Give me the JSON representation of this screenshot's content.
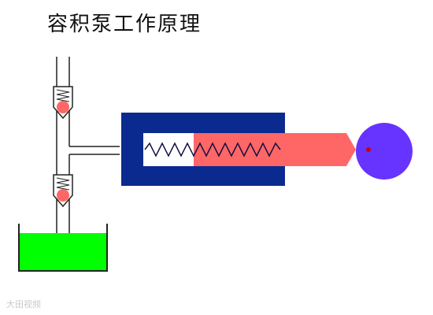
{
  "title": "容积泵工作原理",
  "watermark": "大田视频",
  "colors": {
    "pipe_stroke": "#222222",
    "pump_body": "#0a2a8f",
    "chamber": "#ffffff",
    "piston": "#ff6666",
    "flywheel": "#6633ff",
    "flywheel_dot": "#cc0000",
    "liquid": "#00ff00",
    "spring": "#111144",
    "valve_ball": "#ff6666"
  },
  "components": {
    "discharge_valve": "discharge-valve",
    "suction_valve": "suction-valve",
    "pump_cylinder": "pump-cylinder",
    "piston": "piston",
    "flywheel": "flywheel",
    "tank": "liquid-tank"
  }
}
